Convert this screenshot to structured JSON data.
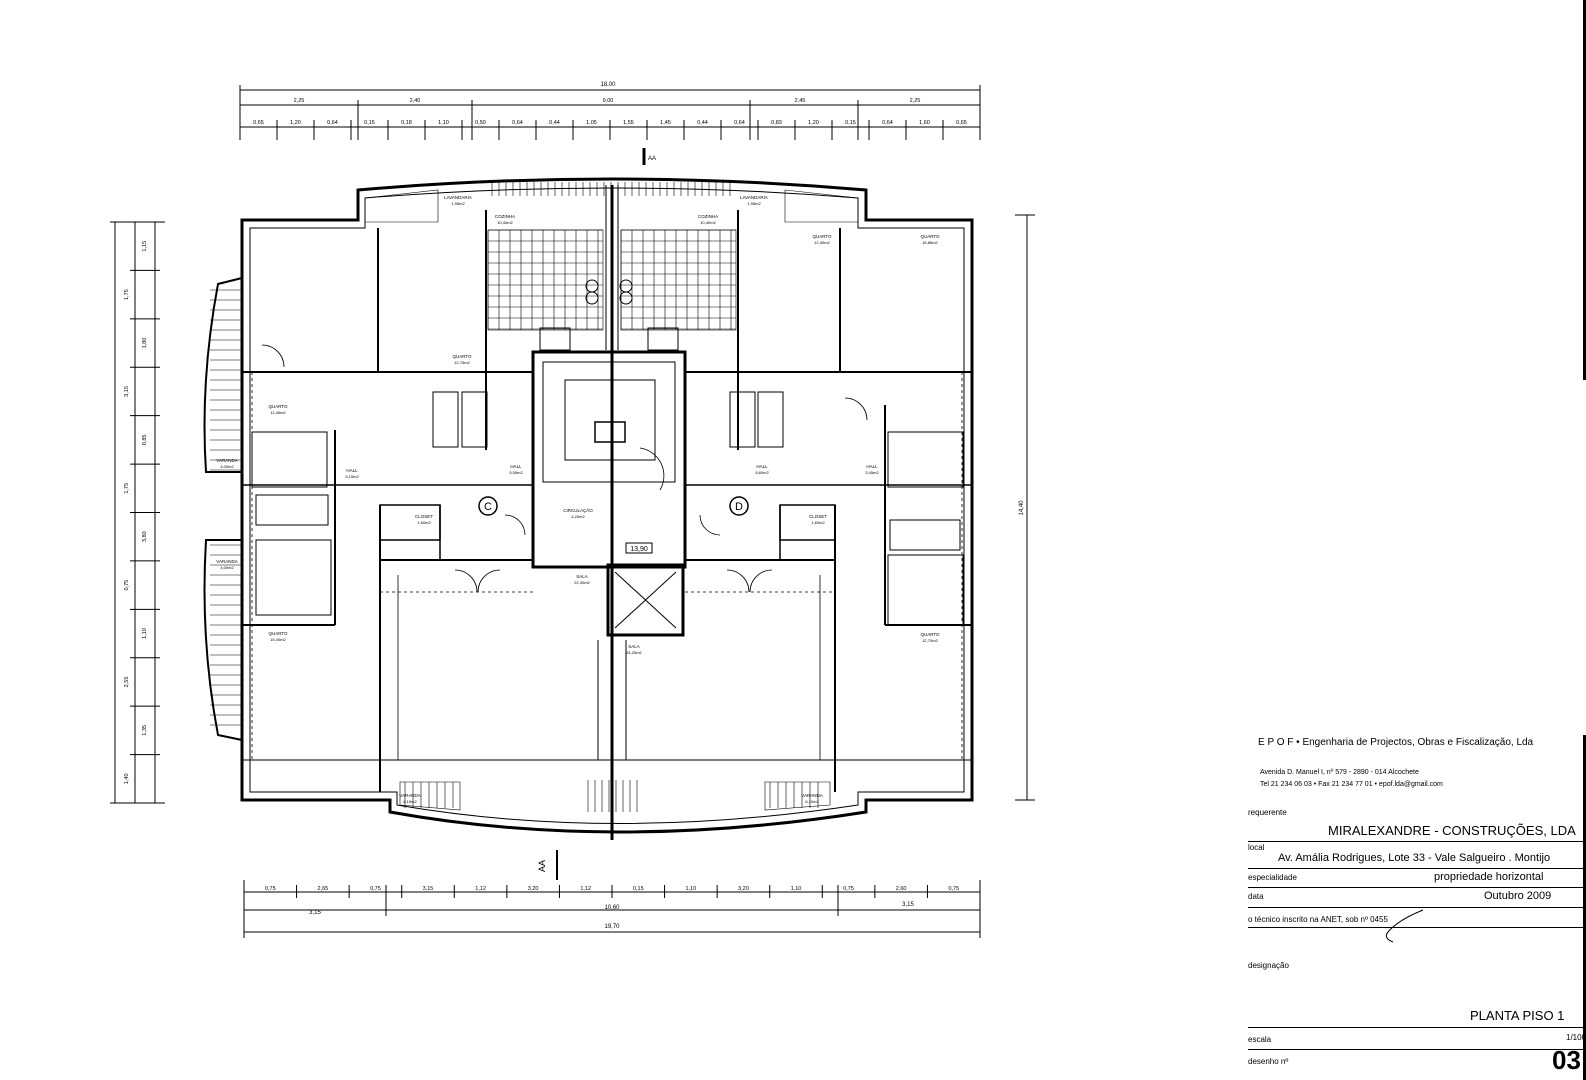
{
  "plan": {
    "dims_top": {
      "overall": "18,00",
      "row2": [
        "2,25",
        "2,40",
        "9,00",
        "2,45",
        "2,25"
      ],
      "row3": [
        "0,65",
        "1,20",
        "0,64",
        "0,15",
        "0,18",
        "1,10",
        "0,50",
        "0,64",
        "0,44",
        "1,05",
        "1,55",
        "1,45",
        "0,44",
        "0,64",
        "0,83",
        "1,20",
        "0,15",
        "0,64",
        "1,60",
        "0,65"
      ]
    },
    "dims_bottom": {
      "overall": "19,70",
      "row1": [
        "0,75",
        "2,65",
        "0,75",
        "3,15",
        "1,12",
        "3,20",
        "1,12",
        "0,15",
        "1,10",
        "3,20",
        "1,10",
        "0,75",
        "2,60",
        "0,75"
      ],
      "row2_left": "3,15",
      "row2_mid": "10,60",
      "row2_right": "3,15"
    },
    "dims_left": [
      "1,15",
      "1,75",
      "1,80",
      "3,15",
      "0,85",
      "1,75",
      "3,80",
      "0,75",
      "1,10",
      "2,55",
      "1,35",
      "1,40"
    ],
    "dims_right": {
      "overall": "14,40"
    },
    "apartment_labels": [
      "C",
      "D"
    ],
    "stair_mark": "13,90",
    "section_marks": {
      "top": "AA",
      "bottom": "AA"
    },
    "rooms": [
      {
        "name": "QUARTO",
        "area": "11,40m2"
      },
      {
        "name": "QUARTO",
        "area": "12,75m2"
      },
      {
        "name": "QUARTO",
        "area": "12,40m2"
      },
      {
        "name": "QUARTO",
        "area": "16,85m2"
      },
      {
        "name": "QUARTO",
        "area": "15,40m2"
      },
      {
        "name": "QUARTO",
        "area": "12,70m2"
      },
      {
        "name": "SALA",
        "area": "22,30m2"
      },
      {
        "name": "SALA",
        "area": "24,25m2"
      },
      {
        "name": "COZINHA",
        "area": "10,40m2"
      },
      {
        "name": "COZINHA",
        "area": "10,40m2"
      },
      {
        "name": "HALL",
        "area": "5,15m2"
      },
      {
        "name": "HALL",
        "area": "5,55m2"
      },
      {
        "name": "HALL",
        "area": "5,60m2"
      },
      {
        "name": "HALL",
        "area": "3,45m2"
      },
      {
        "name": "CIRCULAÇÃO",
        "area": "4,20m2"
      },
      {
        "name": "VARANDA",
        "area": "4,00m2"
      },
      {
        "name": "VARANDA",
        "area": "4,00m2"
      },
      {
        "name": "VARANDA",
        "area": "6,10m2"
      },
      {
        "name": "VARANDA",
        "area": "6,10m2"
      },
      {
        "name": "LAVANDARIA",
        "area": "1,95m2"
      },
      {
        "name": "LAVANDARIA",
        "area": "1,95m2"
      },
      {
        "name": "CLOSET",
        "area": "1,60m2"
      },
      {
        "name": "CLOSET",
        "area": "1,60m2"
      }
    ]
  },
  "title_block": {
    "company": "E P O F  •  Engenharia de Projectos, Obras e Fiscalização, Lda",
    "address": "Avenida D. Manuel I, nº 579  -  2890 - 014  Alcochete",
    "contacts": "Tel 21 234 06 03  •  Fax 21 234 77 01  •  epof.lda@gmail.com",
    "requerente_label": "requerente",
    "requerente": "MIRALEXANDRE - CONSTRUÇÕES, LDA",
    "local_label": "local",
    "local": "Av. Amália Rodrigues, Lote 33 - Vale Salgueiro . Montijo",
    "especialidade_label": "especialidade",
    "especialidade": "propriedade horizontal",
    "data_label": "data",
    "data": "Outubro 2009",
    "tecnico": "o técnico inscrito na ANET, sob nº 0455",
    "designacao_label": "designação",
    "designacao": "PLANTA PISO 1",
    "escala_label": "escala",
    "escala": "1/100",
    "desenho_label": "desenho nº",
    "desenho": "03"
  }
}
